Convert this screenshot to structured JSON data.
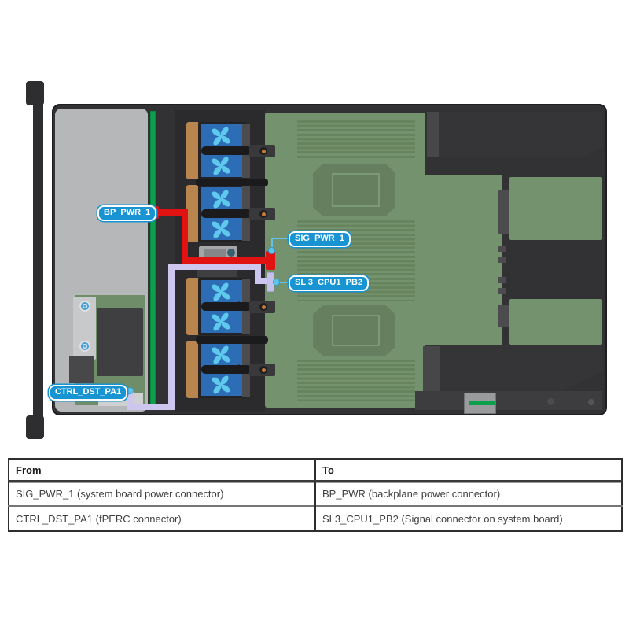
{
  "diagram": {
    "callouts": {
      "bp_pwr": {
        "label": "BP_PWR_1"
      },
      "sig_pwr": {
        "label": "SIG_PWR_1"
      },
      "sl3": {
        "label": "SL 3_CPU1_PB2"
      },
      "ctrl_dst": {
        "label": "CTRL_DST_PA1"
      }
    },
    "colors": {
      "power_cable_red": "#e11212",
      "signal_cable_lavender": "#cdc7f0",
      "callout_line_cyan": "#62c2e9",
      "callout_label_blue": "#1794d1",
      "backplane_green": "#0ca04c",
      "board_green": "#75926f",
      "fan_blue": "#2d6db6",
      "fan_blade_cyan": "#5ec9ec"
    }
  },
  "table": {
    "headers": [
      "From",
      "To"
    ],
    "rows": [
      [
        "SIG_PWR_1 (system board power connector)",
        "BP_PWR (backplane power connector)"
      ],
      [
        "CTRL_DST_PA1 (fPERC connector)",
        "SL3_CPU1_PB2 (Signal connector on system board)"
      ]
    ]
  }
}
